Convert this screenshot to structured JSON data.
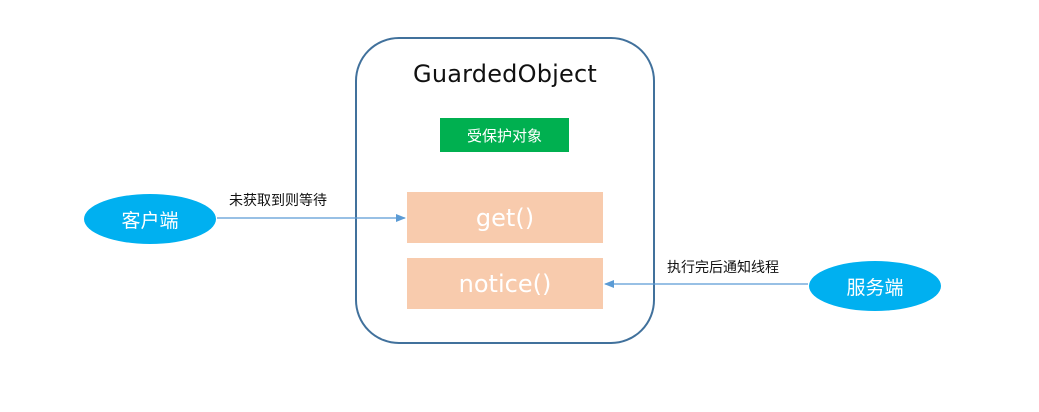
{
  "container": {
    "title": "GuardedObject",
    "protected_label": "受保护对象"
  },
  "methods": {
    "get": "get()",
    "notice": "notice()"
  },
  "actors": {
    "client": "客户端",
    "server": "服务端"
  },
  "edges": {
    "client_to_get": "未获取到则等待",
    "server_to_notice": "执行完后通知线程"
  },
  "colors": {
    "container_border": "#41719c",
    "protected_fill": "#00b050",
    "method_fill": "#f8cbad",
    "actor_fill": "#00b0f0",
    "arrow": "#5b9bd5"
  }
}
